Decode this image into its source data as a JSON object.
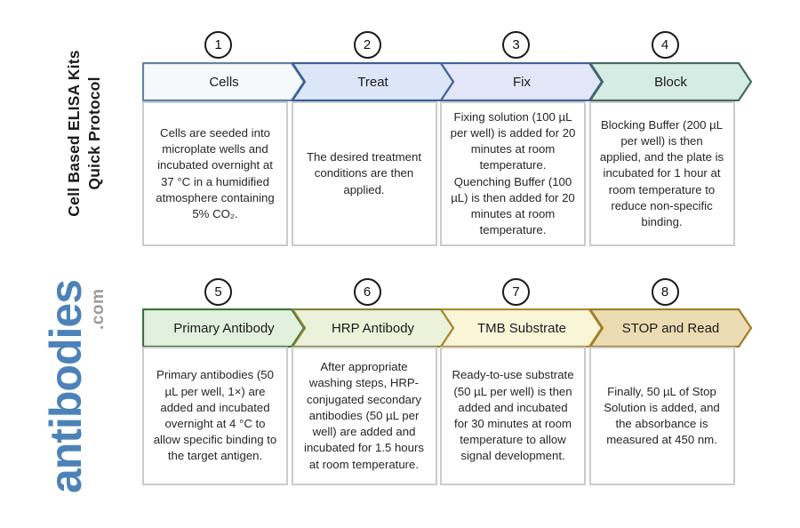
{
  "sidebar": {
    "title_line1": "Cell Based ELISA Kits",
    "title_line2": "Quick Protocol",
    "logo_text": "antibodies",
    "logo_tld": ".com",
    "logo_color": "#4d82b8",
    "logo_tld_color": "#9a9a9a",
    "title_color": "#1c1c1c"
  },
  "palette": {
    "badge_border": "#1a1a1a",
    "box_border": "#cbcbcb",
    "background": "#ffffff"
  },
  "rows": [
    {
      "steps": [
        {
          "number": "1",
          "label": "Cells",
          "fill": "#f6f9fc",
          "stroke": "#5d83a8",
          "description": "Cells are seeded into microplate wells and incubated overnight at 37 °C in a humidified atmosphere containing 5% CO₂."
        },
        {
          "number": "2",
          "label": "Treat",
          "fill": "#dbe7f8",
          "stroke": "#3c5f94",
          "description": "The desired treatment conditions are then applied."
        },
        {
          "number": "3",
          "label": "Fix",
          "fill": "#e3e6f6",
          "stroke": "#41639b",
          "description": "Fixing solution (100 µL per well) is added for 20 minutes at room temperature. Quenching Buffer (100 µL) is then added for 20 minutes at room temperature."
        },
        {
          "number": "4",
          "label": "Block",
          "fill": "#d5ece4",
          "stroke": "#44695d",
          "description": "Blocking Buffer (200 µL per well) is then applied, and the plate is incubated for 1 hour at room temperature to reduce non-specific binding."
        }
      ]
    },
    {
      "steps": [
        {
          "number": "5",
          "label": "Primary Antibody",
          "fill": "#e1f1dd",
          "stroke": "#3c703f",
          "description": "Primary antibodies (50 µL per well, 1×) are added and incubated overnight at 4 °C to allow specific binding to the target antigen."
        },
        {
          "number": "6",
          "label": "HRP Antibody",
          "fill": "#ecf2d9",
          "stroke": "#7f8434",
          "description": "After appropriate washing steps, HRP-conjugated secondary antibodies (50 µL per well) are added and incubated for 1.5 hours at room temperature."
        },
        {
          "number": "7",
          "label": "TMB Substrate",
          "fill": "#f9f5d7",
          "stroke": "#a8882f",
          "description": "Ready-to-use substrate (50 µL per well) is then added and incubated for 30 minutes at room temperature to allow signal development."
        },
        {
          "number": "8",
          "label": "STOP and Read",
          "fill": "#ecdcb3",
          "stroke": "#9d7d26",
          "description": "Finally, 50 µL of Stop Solution is added, and the absorbance is measured at 450 nm."
        }
      ]
    }
  ]
}
